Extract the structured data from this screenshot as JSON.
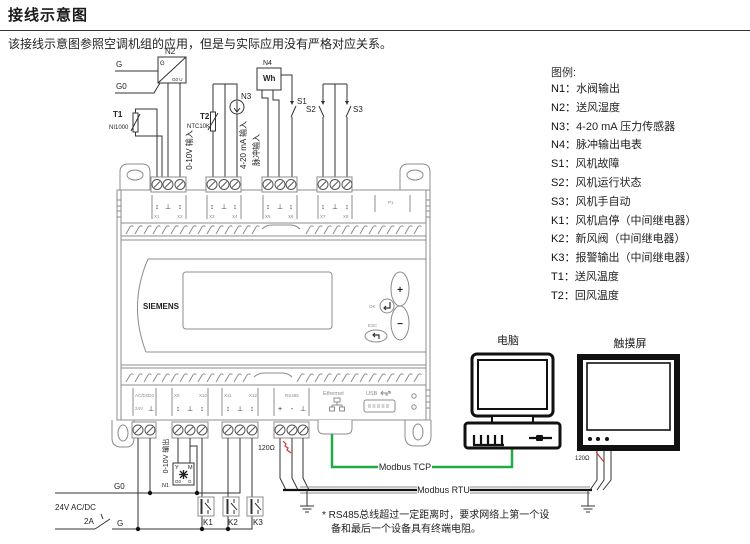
{
  "page": {
    "title": "接线示意图",
    "intro": "该接线示意图参照空调机组的应用，但是与实际应用没有严格对应关系。"
  },
  "legend": {
    "title": "图例:",
    "items": [
      {
        "code": "N1：",
        "desc": "水阀输出"
      },
      {
        "code": "N2：",
        "desc": "送风湿度"
      },
      {
        "code": "N3：",
        "desc": "4-20 mA 压力传感器"
      },
      {
        "code": "N4：",
        "desc": "脉冲输出电表"
      },
      {
        "code": "S1：",
        "desc": "风机故障"
      },
      {
        "code": "S2：",
        "desc": "风机运行状态"
      },
      {
        "code": "S3：",
        "desc": "风机手自动"
      },
      {
        "code": "K1：",
        "desc": "风机启停（中间继电器）"
      },
      {
        "code": "K2：",
        "desc": "新风阀（中间继电器）"
      },
      {
        "code": "K3：",
        "desc": "报警输出（中间继电器）"
      },
      {
        "code": "T1：",
        "desc": "送风温度"
      },
      {
        "code": "T2：",
        "desc": "回风温度"
      }
    ]
  },
  "diagram": {
    "supply_top": {
      "g": "G",
      "g0": "G0"
    },
    "n2": {
      "label": "N2",
      "pin_g": "G",
      "pins_out": "G0 U"
    },
    "t1": {
      "label": "T1",
      "type": "NI1000"
    },
    "t2": {
      "label": "T2",
      "type": "NTC10K"
    },
    "n3": {
      "label": "N3"
    },
    "n4": {
      "label": "N4",
      "unit": "Wh"
    },
    "s1": "S1",
    "s2": "S2",
    "s3": "S3",
    "inputs": {
      "x1_x2": "0-10V 输入",
      "x3_x4": "4-20 mA 输入",
      "x5_x6": "脉冲输入"
    },
    "controller": {
      "brand": "SIEMENS",
      "btn_ok": "OK",
      "btn_esc": "ESC",
      "btn_plus": "+",
      "btn_minus": "−",
      "io_symbol": "↕",
      "ground_symbol": "⊥",
      "top_terminals": [
        "X1",
        "X2",
        "X3",
        "X4",
        "X5",
        "X6",
        "X7",
        "X8"
      ],
      "top_extra": "P1",
      "power_acdc": "AC/DC",
      "power_g0": "G0",
      "power_24v": "24V",
      "bottom_terminals": [
        "X9",
        "X10",
        "X11",
        "X12"
      ],
      "rs485": "RS485",
      "rs485_plus": "+",
      "rs485_minus": "-",
      "ethernet": "Ethernet",
      "usb": "USB"
    },
    "output": {
      "x9_x10": "0-10V 输出",
      "n1": "N1",
      "n1_pins": [
        "Y",
        "M",
        "G0",
        "G"
      ]
    },
    "power": {
      "g0": "G0",
      "supply": "24V AC/DC",
      "fuse": "2A",
      "g": "G"
    },
    "relays": [
      "K1",
      "K2",
      "K3"
    ],
    "termination_left": "120Ω",
    "termination_right": "120Ω",
    "pc_label": "电脑",
    "touch_label": "触摸屏",
    "modbus_tcp": "Modbus TCP",
    "modbus_rtu": "Modbus RTU",
    "note": [
      "* RS485总线超过一定距离时，要求网络上第一个设",
      "备和最后一个设备具有终端电阻。"
    ]
  },
  "colors": {
    "tcp_line": "#22aa44",
    "termination": "#d03a3a"
  }
}
